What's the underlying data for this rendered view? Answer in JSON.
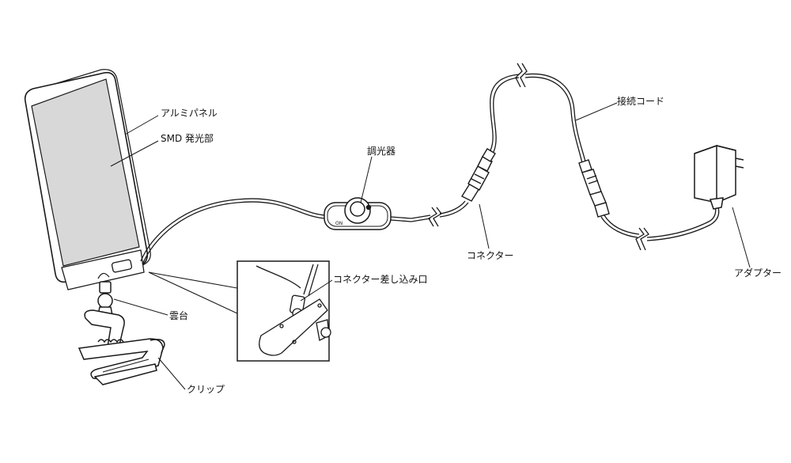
{
  "labels": {
    "aluminum_panel": "アルミパネル",
    "smd_emitter": "SMD 発光部",
    "pan_head": "雲台",
    "clip": "クリップ",
    "connector_port": "コネクター差し込み口",
    "dimmer": "調光器",
    "connector": "コネクター",
    "extension_cord": "接続コード",
    "adapter": "アダプター"
  },
  "colors": {
    "line": "#1a1a1a",
    "panel_fill": "#d8d8d8",
    "background": "#ffffff"
  }
}
